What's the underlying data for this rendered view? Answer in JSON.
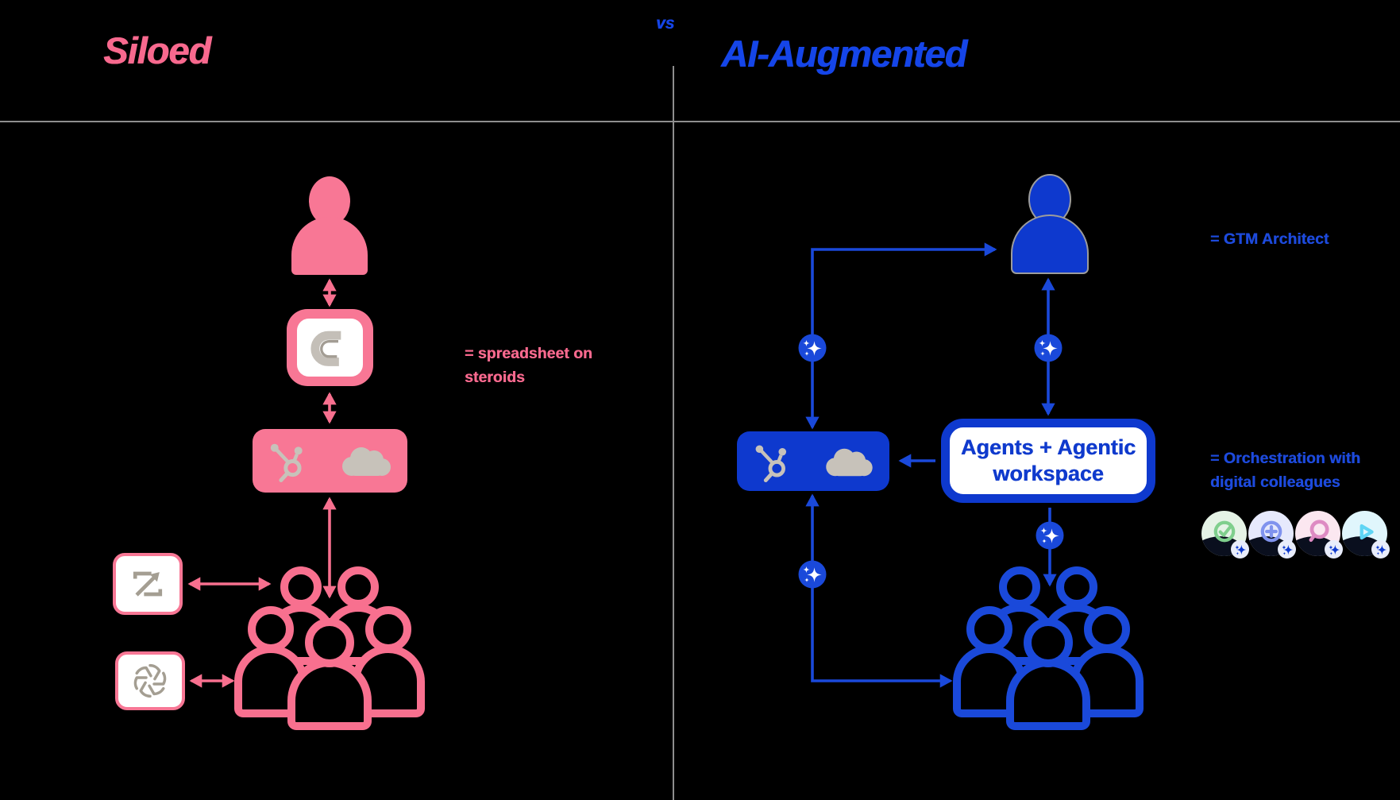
{
  "header": {
    "left_title": "Siloed",
    "vs": "vs",
    "right_title": "AI-Augmented"
  },
  "left_panel": {
    "annotation_line1": "= spreadsheet on",
    "annotation_line2": "steroids",
    "icons": {
      "person": "worker-person",
      "spreadsheet_tool": "clay",
      "crm_1": "hubspot-sprocket",
      "crm_2": "salesforce-cloud",
      "automation_tool": "zapier",
      "ai_tool": "openai",
      "team": "people-crowd"
    }
  },
  "right_panel": {
    "person_label": "= GTM Architect",
    "workspace_line1": "Agents + Agentic",
    "workspace_line2": "workspace",
    "orchestration_line1": "= Orchestration with",
    "orchestration_line2": "digital colleagues",
    "icons": {
      "person": "gtm-architect-person",
      "crm_1": "hubspot-sprocket",
      "crm_2": "salesforce-cloud",
      "team": "people-crowd",
      "connector_badge": "ai-sparkle"
    },
    "agent_icons": [
      {
        "name": "approve-agent",
        "glyph": "check-circle"
      },
      {
        "name": "create-agent",
        "glyph": "plus-circle"
      },
      {
        "name": "research-agent",
        "glyph": "magnifier"
      },
      {
        "name": "run-agent",
        "glyph": "play"
      }
    ]
  },
  "colors": {
    "pink-fill": "#F87795",
    "pink-arrow": "#F8708F",
    "pink-text": "#F8698E",
    "blue-fill": "#0E39CE",
    "blue-arrow": "#1A49DA",
    "blue-text": "#1D4ADC",
    "blue-title": "#1545E8",
    "blue-box-text": "#0F3ACD",
    "gray-line": "#8E8E8E",
    "icon-gray": "#C7C2BA",
    "icon-gray-dark": "#A49E92",
    "clay-gray": "#C4BFB8",
    "clay-gray-dark": "#A39D94",
    "chip-wedge": "#0A0F1E",
    "badge-bg": "#E9EDFB",
    "chip1-bg": "#E5F3E6",
    "chip2-bg": "#E6E9FC",
    "chip3-bg": "#FBE7F0",
    "chip4-bg": "#E0F6FC",
    "chip1-glyph": "#7FCF8D",
    "chip2-glyph": "#8093EE",
    "chip3-glyph": "#DE8BC3",
    "chip4-glyph": "#5FD5F4",
    "person-outline": "#9C9C9C"
  }
}
